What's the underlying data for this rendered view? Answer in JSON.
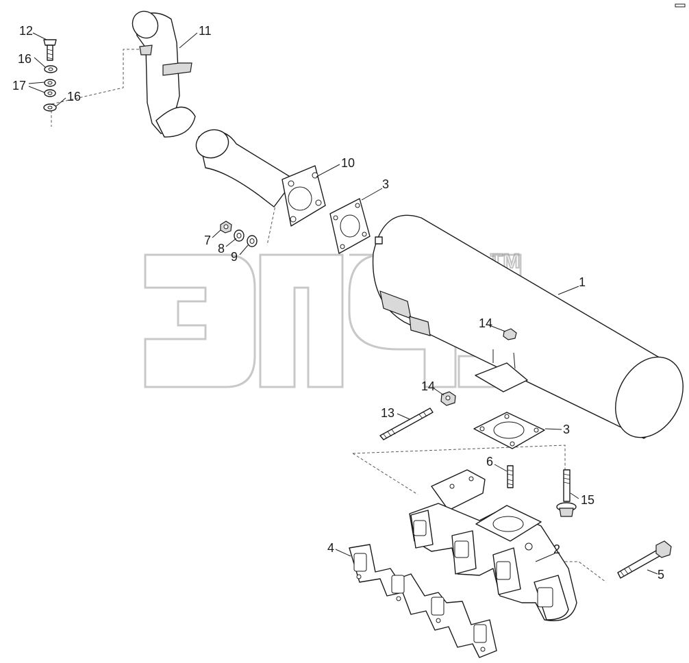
{
  "callouts": {
    "c1": "1",
    "c2": "2",
    "c3a": "3",
    "c3b": "3",
    "c4": "4",
    "c5": "5",
    "c6": "6",
    "c7": "7",
    "c8": "8",
    "c9": "9",
    "c10": "10",
    "c11": "11",
    "c12": "12",
    "c13": "13",
    "c14a": "14",
    "c14b": "14",
    "c15": "15",
    "c16a": "16",
    "c16b": "16",
    "c17": "17"
  },
  "watermark": {
    "trademark": "TM"
  },
  "colors": {
    "line": "#1a1a1a",
    "watermark": "#9a9a9a",
    "background": "#ffffff"
  }
}
